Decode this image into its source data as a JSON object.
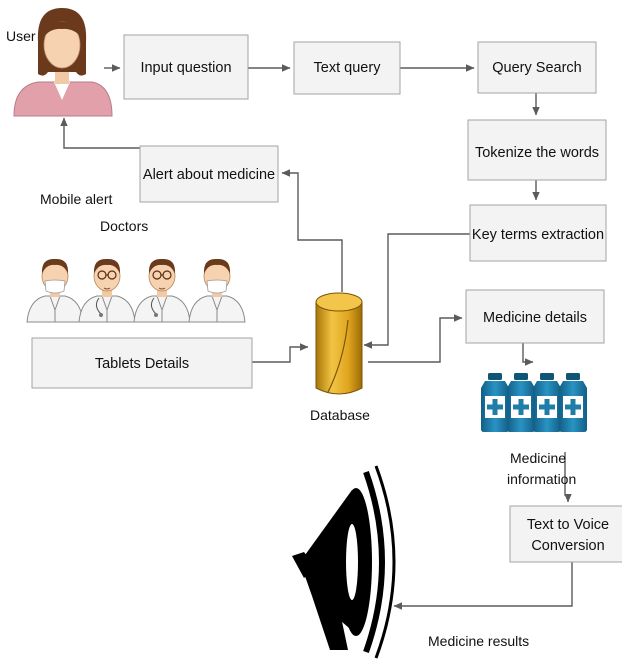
{
  "labels": {
    "user": "User",
    "mobile_alert": "Mobile alert",
    "doctors": "Doctors",
    "database": "Database",
    "medicine_information_line1": "Medicine",
    "medicine_information_line2": "information",
    "medicine_results": "Medicine results"
  },
  "boxes": {
    "input_question": "Input question",
    "text_query": "Text query",
    "query_search": "Query Search",
    "tokenize": "Tokenize the words",
    "key_terms": "Key terms extraction",
    "alert_medicine": "Alert about medicine",
    "medicine_details": "Medicine details",
    "tablets_details": "Tablets Details",
    "text_to_voice_line1": "Text to Voice",
    "text_to_voice_line2": "Conversion"
  },
  "icons": {
    "user": "user-avatar-icon",
    "doctors": "doctor-icon",
    "database": "database-cylinder-icon",
    "bottles": "medicine-bottle-icon",
    "speaker": "megaphone-icon"
  },
  "colors": {
    "box_fill": "#f3f3f3",
    "box_border": "#a3a3a3",
    "connector": "#5b5b5b",
    "database_gold": "#e9b531",
    "bottle_blue": "#1f7ea8",
    "user_shirt": "#e2a1aa"
  }
}
